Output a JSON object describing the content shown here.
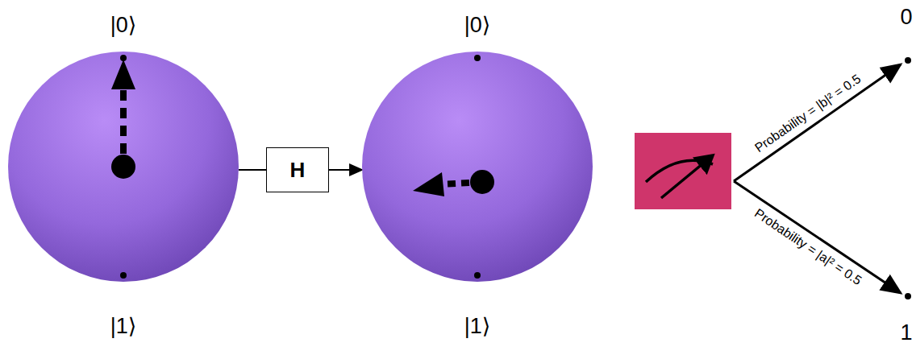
{
  "diagram": {
    "nodes": [
      {
        "text": [
          "|0⟩",
          "|1⟩"
        ]
      },
      {
        "text": [
          "H"
        ]
      },
      {
        "text": [
          "|0⟩",
          "|1⟩"
        ]
      },
      {
        "text": [
          "0"
        ]
      },
      {
        "text": [
          "1"
        ]
      }
    ],
    "edges": [
      {
        "from": 0,
        "to": 1,
        "arrow": "none"
      },
      {
        "from": 1,
        "to": 2,
        "arrow": "to"
      }
    ],
    "labels": [
      "Probability = |b|² = 0.5",
      "Probability = |a|² = 0.5"
    ]
  }
}
